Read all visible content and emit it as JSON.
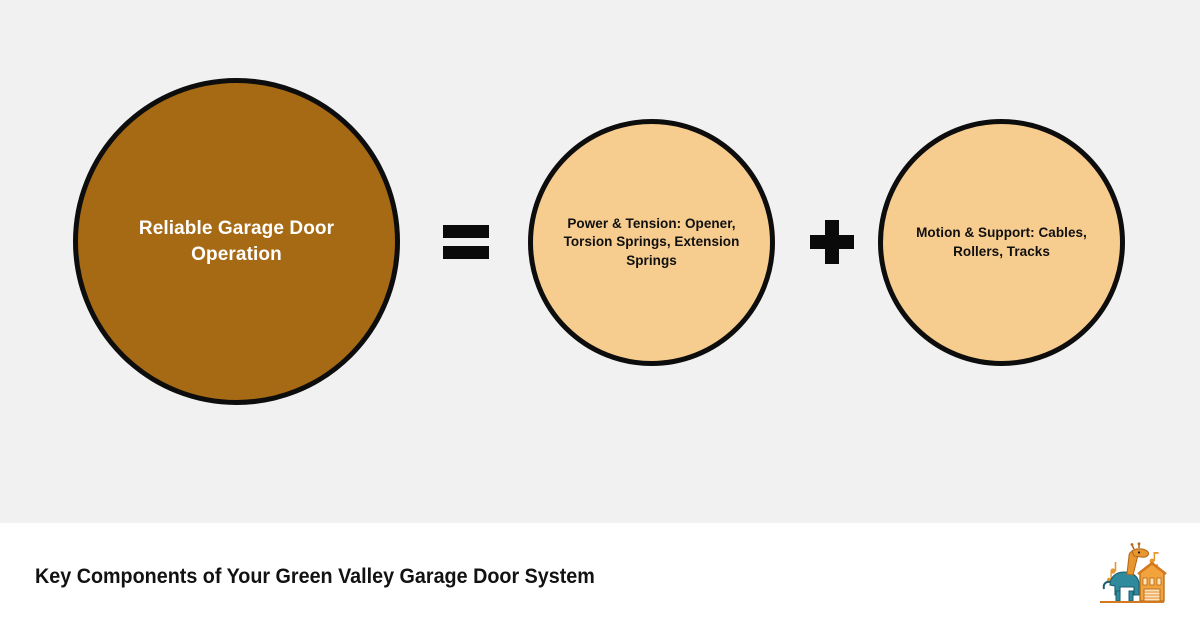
{
  "canvas": {
    "background_color": "#f1f1f1",
    "footer_background_color": "#ffffff"
  },
  "diagram": {
    "type": "equation-diagram",
    "nodes": [
      {
        "id": "result",
        "role": "result",
        "label": "Reliable Garage Door Operation",
        "fill_color": "#a66914",
        "text_color": "#ffffff",
        "border_color": "#0d0d0d",
        "shape": "circle"
      },
      {
        "id": "power-tension",
        "role": "component",
        "label": "Power & Tension: Opener, Torsion Springs, Extension Springs",
        "fill_color": "#f7cc8f",
        "text_color": "#101010",
        "border_color": "#0d0d0d",
        "shape": "circle"
      },
      {
        "id": "motion-support",
        "role": "component",
        "label": "Motion & Support: Cables, Rollers, Tracks",
        "fill_color": "#f7cc8f",
        "text_color": "#101010",
        "border_color": "#0d0d0d",
        "shape": "circle"
      }
    ],
    "operators": [
      {
        "id": "equals",
        "symbol": "=",
        "name": "equals-operator",
        "color": "#0a0a0a"
      },
      {
        "id": "plus",
        "symbol": "+",
        "name": "plus-operator",
        "color": "#0a0a0a"
      }
    ]
  },
  "footer": {
    "caption": "Key Components of Your Green Valley Garage Door System",
    "logo": {
      "name": "giraffe-garage-logo",
      "description": "Giraffe beside an orange garage building with music notes",
      "colors": {
        "giraffe_body": "#2e8a9c",
        "giraffe_accent": "#e8962f",
        "building": "#f2a33c",
        "building_dark": "#d4791f",
        "notes": "#e8962f"
      }
    }
  }
}
